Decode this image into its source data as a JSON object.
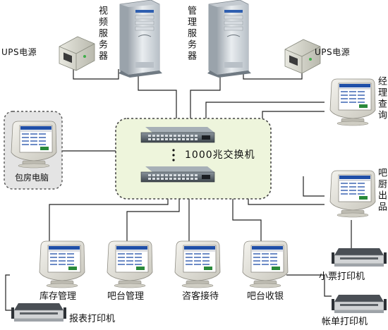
{
  "servers": {
    "video": "视频服务器",
    "management": "管理服务器"
  },
  "ups": {
    "left": "UPS电源",
    "right": "UPS电源"
  },
  "switch": {
    "label": "1000兆交换机"
  },
  "terminals": {
    "manager_query": "经理查询",
    "private_room_pc": "包房电脑",
    "kitchen_output": "吧厨出品",
    "inventory_mgmt": "库存管理",
    "bar_mgmt": "吧台管理",
    "reception": "咨客接待",
    "bar_cashier": "吧台收银"
  },
  "printers": {
    "receipt_printer": "小票打印机",
    "report_printer": "报表打印机",
    "bill_printer": "帐单打印机"
  },
  "colors": {
    "network_zone_fill": "#eef5dc",
    "network_zone_border": "#444444",
    "room_box_fill": "#e4e4e4",
    "screen_blue": "#1f4fa8",
    "line": "#222222"
  }
}
